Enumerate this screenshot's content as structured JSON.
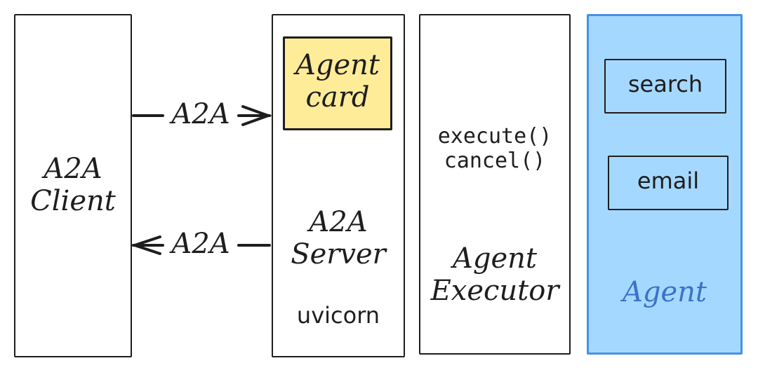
{
  "client": {
    "title": "A2A\nClient"
  },
  "arrows": {
    "top_label": "A2A",
    "bottom_label": "A2A"
  },
  "server": {
    "card_label": "Agent\ncard",
    "title": "A2A\nServer",
    "runtime": "uvicorn"
  },
  "executor": {
    "methods": "execute()\ncancel()",
    "title": "Agent\nExecutor"
  },
  "agent": {
    "tools": [
      "search",
      "email"
    ],
    "title": "Agent"
  },
  "colors": {
    "stroke": "#1e1e1e",
    "card_fill": "#ffec99",
    "agent_fill": "#a5d8ff",
    "agent_border": "#4a90e2",
    "agent_text": "#3b72c9"
  }
}
